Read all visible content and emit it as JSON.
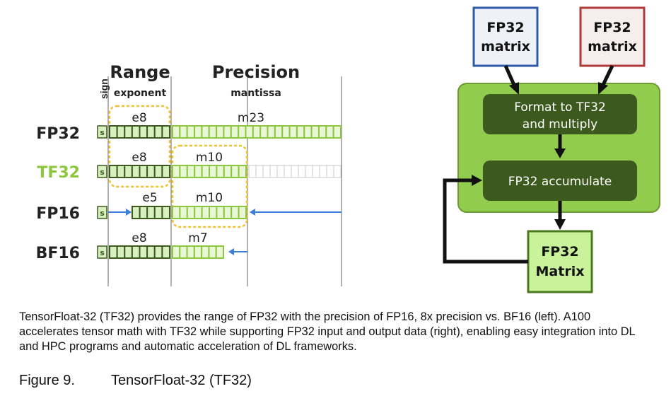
{
  "left_diagram": {
    "header_sign": "sign",
    "header_range": "Range",
    "header_exponent": "exponent",
    "header_precision": "Precision",
    "header_mantissa": "mantissa",
    "formats": [
      {
        "name": "FP32",
        "sign": "s",
        "exp_label": "e8",
        "man_label": "m23"
      },
      {
        "name": "TF32",
        "sign": "s",
        "exp_label": "e8",
        "man_label": "m10"
      },
      {
        "name": "FP16",
        "sign": "s",
        "exp_label": "e5",
        "man_label": "m10"
      },
      {
        "name": "BF16",
        "sign": "s",
        "exp_label": "e8",
        "man_label": "m7"
      }
    ]
  },
  "right_diagram": {
    "input_a": [
      "FP32",
      "matrix"
    ],
    "input_b": [
      "FP32",
      "matrix"
    ],
    "step_multiply": [
      "Format to TF32",
      "and multiply"
    ],
    "step_accumulate": "FP32 accumulate",
    "output": [
      "FP32",
      "Matrix"
    ]
  },
  "caption": "TensorFloat-32 (TF32) provides the range of FP32 with the precision of FP16, 8x precision vs. BF16 (left). A100 accelerates tensor math with TF32 while supporting FP32 input and output data (right), enabling easy integration into DL and HPC programs and automatic acceleration of DL frameworks.",
  "figure_number": "Figure 9.",
  "figure_title": "TensorFloat-32 (TF32)",
  "colors": {
    "dark_green": "#3d5a1e",
    "light_green": "#8dc63f",
    "tf32_label": "#8dc63f",
    "panel_green": "#92cc4f",
    "highlight_yellow": "#f2c12e",
    "arrow_blue": "#3b7dd8",
    "box_blue_border": "#2e5aa8",
    "box_red_border": "#b03a3a",
    "output_fill": "#c9f29a"
  }
}
